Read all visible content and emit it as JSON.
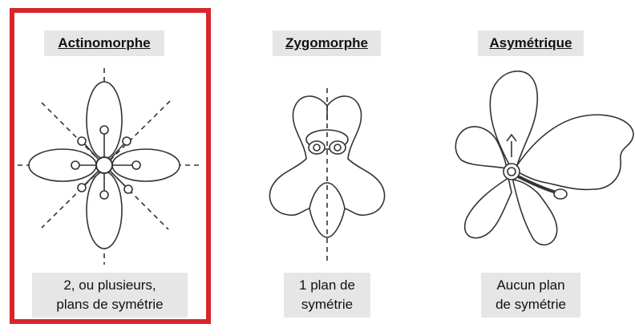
{
  "panels": [
    {
      "title": "Actinomorphe",
      "caption_line1": "2, ou plusieurs,",
      "caption_line2": "plans de symétrie"
    },
    {
      "title": "Zygomorphe",
      "caption_line1": "1 plan de",
      "caption_line2": "symétrie"
    },
    {
      "title": "Asymétrique",
      "caption_line1": "Aucun plan",
      "caption_line2": "de symétrie"
    }
  ],
  "colors": {
    "highlight": "#d7262b",
    "label_bg": "#e6e6e6",
    "line": "#333333"
  }
}
